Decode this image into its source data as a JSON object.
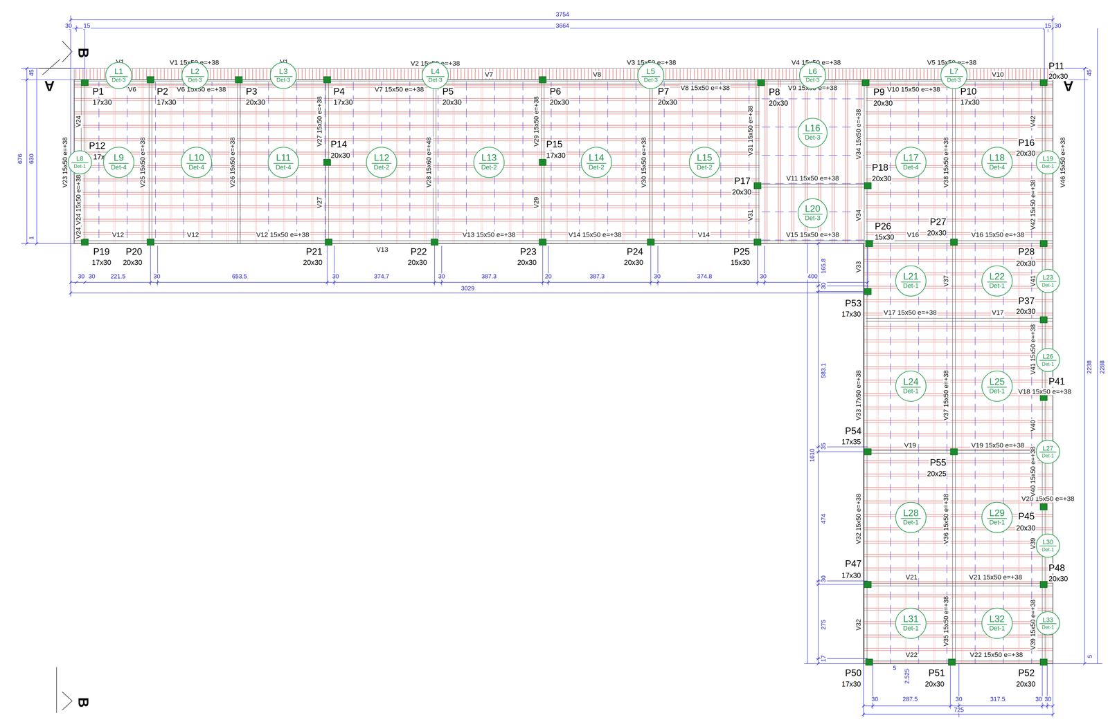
{
  "diagram": {
    "nodes": [
      {
        "text": [
          "L1",
          "Det-3"
        ]
      },
      {
        "text": [
          "L2",
          "Det-3"
        ]
      },
      {
        "text": [
          "L3",
          "Det-3"
        ]
      },
      {
        "text": [
          "L4",
          "Det-3"
        ]
      },
      {
        "text": [
          "L5",
          "Det-3"
        ]
      },
      {
        "text": [
          "L6",
          "Det-3"
        ]
      },
      {
        "text": [
          "L7",
          "Det-3"
        ]
      },
      {
        "text": [
          "L8",
          "Det-1"
        ]
      },
      {
        "text": [
          "L9",
          "Det-4"
        ]
      },
      {
        "text": [
          "L10",
          "Det-4"
        ]
      },
      {
        "text": [
          "L11",
          "Det-4"
        ]
      },
      {
        "text": [
          "L12",
          "Det-2"
        ]
      },
      {
        "text": [
          "L13",
          "Det-2"
        ]
      },
      {
        "text": [
          "L14",
          "Det-2"
        ]
      },
      {
        "text": [
          "L15",
          "Det-2"
        ]
      },
      {
        "text": [
          "L16",
          "Det-3"
        ]
      },
      {
        "text": [
          "L17",
          "Det-4"
        ]
      },
      {
        "text": [
          "L18",
          "Det-4"
        ]
      },
      {
        "text": [
          "L19",
          "Det-1"
        ]
      },
      {
        "text": [
          "L20",
          "Det-3"
        ]
      },
      {
        "text": [
          "L21",
          "Det-1"
        ]
      },
      {
        "text": [
          "L22",
          "Det-1"
        ]
      },
      {
        "text": [
          "L23",
          "Det-1"
        ]
      },
      {
        "text": [
          "L24",
          "Det-1"
        ]
      },
      {
        "text": [
          "L25",
          "Det-1"
        ]
      },
      {
        "text": [
          "L26",
          "Det-1"
        ]
      },
      {
        "text": [
          "L27",
          "Det-1"
        ]
      },
      {
        "text": [
          "L28",
          "Det-1"
        ]
      },
      {
        "text": [
          "L29",
          "Det-1"
        ]
      },
      {
        "text": [
          "L30",
          "Det-1"
        ]
      },
      {
        "text": [
          "L31",
          "Det-1"
        ]
      },
      {
        "text": [
          "L32",
          "Det-1"
        ]
      },
      {
        "text": [
          "L33",
          "Det-1"
        ]
      }
    ],
    "labels": [
      "3754",
      "30",
      "15",
      "3664",
      "15",
      "30",
      "B",
      "A",
      "A",
      "B",
      "45",
      "676",
      "630",
      "1",
      "45",
      "2238",
      "2288",
      "5",
      "V1",
      "V1 15x50 e=+38",
      "V1",
      "V2 15x50 e=+38",
      "V3 15x50 e=+38",
      "V4 15x50 e=+38",
      "V5 15x50 e=+38",
      "V7",
      "V8",
      "V10",
      "V6",
      "V6 15x50 e=+38",
      "V7 15x50 e=+38",
      "V8 15x50 e=+38",
      "V9 15x50 e=+38",
      "V10 15x50 e=+38",
      "P11",
      "20x30",
      "P1",
      "17x30",
      "P2",
      "17x30",
      "P3",
      "20x30",
      "P4",
      "17x30",
      "P5",
      "20x30",
      "P6",
      "20x30",
      "P7",
      "20x30",
      "P8",
      "20x30",
      "P9",
      "20x30",
      "P10",
      "17x30",
      "P12",
      "17x30",
      "P14",
      "20x30",
      "P15",
      "17x30",
      "P16",
      "20x30",
      "P17",
      "20x30",
      "P18",
      "20x30",
      "P26",
      "15x30",
      "P27",
      "20x30",
      "P19",
      "17x30",
      "P20",
      "20x30",
      "P21",
      "20x30",
      "P22",
      "20x30",
      "P23",
      "20x30",
      "P24",
      "20x30",
      "P25",
      "15x30",
      "P28",
      "20x30",
      "P53",
      "17x30",
      "P37",
      "20x30",
      "P41",
      "V18 15x50 e=+38",
      "P54",
      "17x35",
      "P55",
      "20x25",
      "P45",
      "20x30",
      "P47",
      "17x30",
      "P48",
      "20x30",
      "P50",
      "17x30",
      "P51",
      "20x30",
      "P52",
      "20x30",
      "V12",
      "V12",
      "V12 15x50 e=+38",
      "V13",
      "V13 15x50 e=+38",
      "V14 15x50 e=+38",
      "V14",
      "V15 15x50 e=+38",
      "V16",
      "V16 15x50 e=+38",
      "V11 15x50 e=+38",
      "V17 15x50 e=+38",
      "V17",
      "V19",
      "V19 15x50 e=+38",
      "V20 15x50 e=+38",
      "V21",
      "V21 15x50 e=+38",
      "V22",
      "V22 15x50 e=+38",
      "V24",
      "V23 15x50 e=+38",
      "V24 15x50 e=+38",
      "V24",
      "V25 15x50 e=+38",
      "V26 15x50 e=+38",
      "V27 15x50 e=+38",
      "V27",
      "V28 15x60 e=+48",
      "V29 15x50 e=+38",
      "V29",
      "V30 15x50 e=+38",
      "V31 15x50 e=+38",
      "V31",
      "V34 15x50 e=+38",
      "V34",
      "V38 15x50 e=+38",
      "V42",
      "V42 15x50 e=+38",
      "V46 15x50 e=+38",
      "V33",
      "V37",
      "V41",
      "V33 17x50 e=+38",
      "V37 15x50 e=+38",
      "V41 15x50 e=+38",
      "V40",
      "V40 15x50 e=+38",
      "V32 15x50 e=+38",
      "V36 15x50 e=+38",
      "V39",
      "V32",
      "V35 15x50 e=+38",
      "V39 15x50 e=+38",
      "30",
      "30",
      "221.5",
      "30",
      "653.5",
      "30",
      "374.7",
      "30",
      "387.3",
      "20",
      "387.3",
      "30",
      "374.8",
      "30",
      "400",
      "3029",
      "165.8",
      "30",
      "583.1",
      "35",
      "1610",
      "474",
      "30",
      "275",
      "17",
      "30",
      "287.5",
      "30",
      "317.5",
      "30",
      "30",
      "725",
      "5",
      "2.525"
    ]
  }
}
